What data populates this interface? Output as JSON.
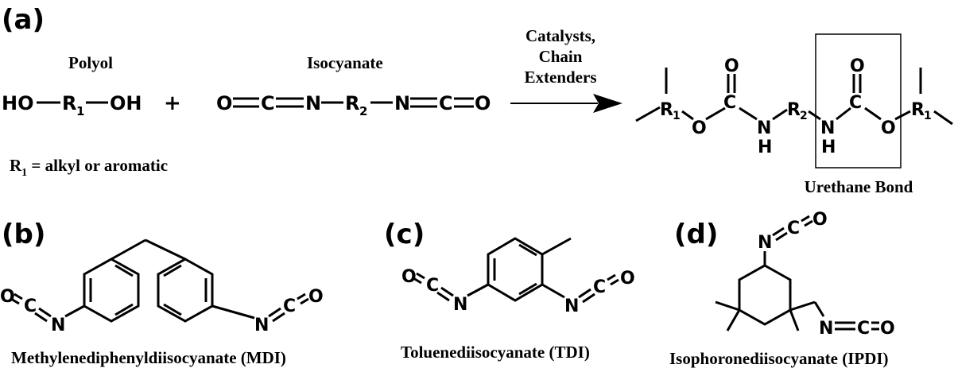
{
  "panels": {
    "a": "(a)",
    "b": "(b)",
    "c": "(c)",
    "d": "(d)"
  },
  "reaction": {
    "polyol_title": "Polyol",
    "isocyanate_title": "Isocyanate",
    "arrow_line1": "Catalysts,",
    "arrow_line2": "Chain",
    "arrow_line3": "Extenders",
    "r1_prefix": "R",
    "r1_sub": "1",
    "r1_suffix": " = alkyl or aromatic",
    "product_label": "Urethane Bond"
  },
  "atoms": {
    "HO": "HO",
    "OH": "OH",
    "R": "R",
    "sub1": "1",
    "sub2": "2",
    "plus": "+",
    "O": "O",
    "C": "C",
    "N": "N",
    "H": "H"
  },
  "molecules": {
    "mdi": "Methylenediphenyldiisocyanate (MDI)",
    "tdi": "Toluenediisocyanate (TDI)",
    "ipdi": "Isophoronediisocyanate (IPDI)"
  }
}
